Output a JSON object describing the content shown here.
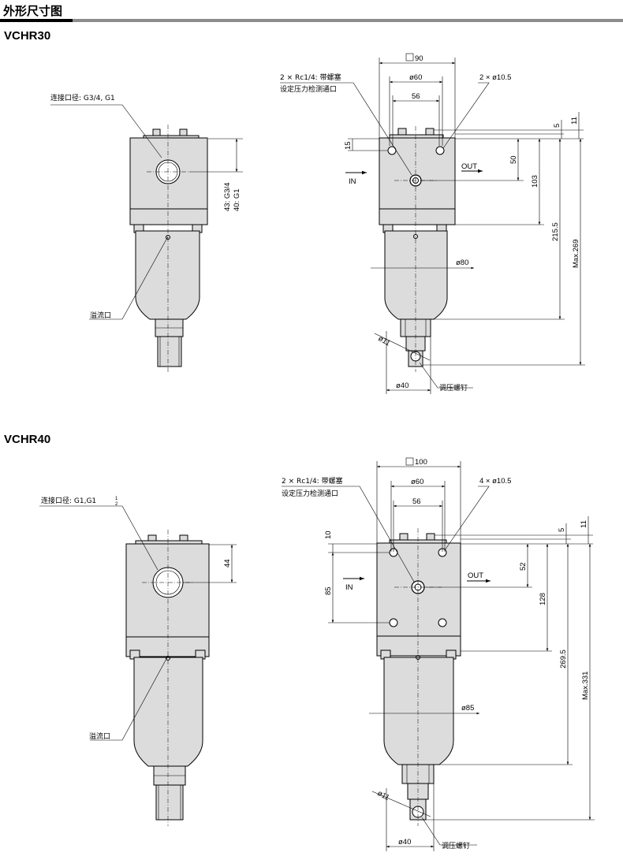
{
  "page": {
    "title": "外形尺寸图"
  },
  "models": [
    {
      "name": "VCHR30",
      "front_view": {
        "port_label": "连接口径: G3/4, G1",
        "overflow_label": "溢流口",
        "dim_port_height": "43: G3/4",
        "dim_port_height_2": "40: G1"
      },
      "side_view": {
        "gauge_port_label_1": "2 × Rc1/4: 带螺塞",
        "gauge_port_label_2": "设定压力检测通口",
        "mount_hole_label": "2 × ø10.5",
        "dim_square": "90",
        "dim_pcd": "ø60",
        "dim_pitch": "56",
        "dim_top_1": "5",
        "dim_top_2": "11",
        "dim_15": "15",
        "dim_50": "50",
        "dim_103": "103",
        "dim_2155": "215.5",
        "dim_max": "Max.269",
        "dim_bowl": "ø80",
        "dim_knob": "ø11",
        "dim_nut": "ø40",
        "in_label": "IN",
        "out_label": "OUT",
        "screw_label": "调压螺钉"
      }
    },
    {
      "name": "VCHR40",
      "front_view": {
        "port_label": "连接口径: G1,G1",
        "port_fraction_num": "1",
        "port_fraction_den": "2",
        "overflow_label": "溢流口",
        "dim_port_height": "44"
      },
      "side_view": {
        "gauge_port_label_1": "2 × Rc1/4: 带螺塞",
        "gauge_port_label_2": "设定压力检测通口",
        "mount_hole_label": "4 × ø10.5",
        "dim_square": "100",
        "dim_pcd": "ø60",
        "dim_pitch": "56",
        "dim_top_1": "5",
        "dim_top_2": "11",
        "dim_10": "10",
        "dim_85": "85",
        "dim_52": "52",
        "dim_128": "128",
        "dim_2695": "269.5",
        "dim_max": "Max.331",
        "dim_bowl": "ø85",
        "dim_knob": "ø11",
        "dim_nut": "ø40",
        "in_label": "IN",
        "out_label": "OUT",
        "screw_label": "调压螺钉"
      }
    }
  ]
}
